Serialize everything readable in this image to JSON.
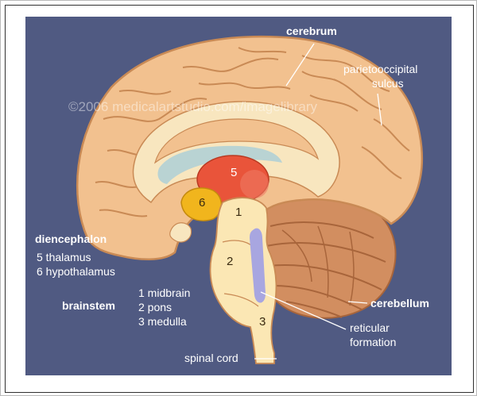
{
  "labels": {
    "cerebrum": "cerebrum",
    "parieto_line1": "parietooccipital",
    "parieto_line2": "sulcus",
    "diencephalon": "diencephalon",
    "dien_items": [
      "5 thalamus",
      "6 hypothalamus"
    ],
    "brainstem": "brainstem",
    "brainstem_items": [
      "1 midbrain",
      "2 pons",
      "3 medulla"
    ],
    "cerebellum": "cerebellum",
    "reticular_line1": "reticular",
    "reticular_line2": "formation",
    "spinal_cord": "spinal cord"
  },
  "region_numbers": {
    "thalamus": "5",
    "hypothalamus": "6",
    "midbrain": "1",
    "pons": "2",
    "medulla": "3"
  },
  "watermark": "©2006 medicalartstudio.com/imagelibrary",
  "colors": {
    "background": "#505a82",
    "cortex": "#f2c18f",
    "cortex_outline": "#c98a55",
    "inner_white": "#f8e6bf",
    "ventricle": "#b9d3d3",
    "thalamus": "#e9543a",
    "hypothalamus": "#f1b51d",
    "brainstem": "#fbe7b4",
    "reticular": "#a8a6e0",
    "cerebellum": "#d28e60"
  }
}
